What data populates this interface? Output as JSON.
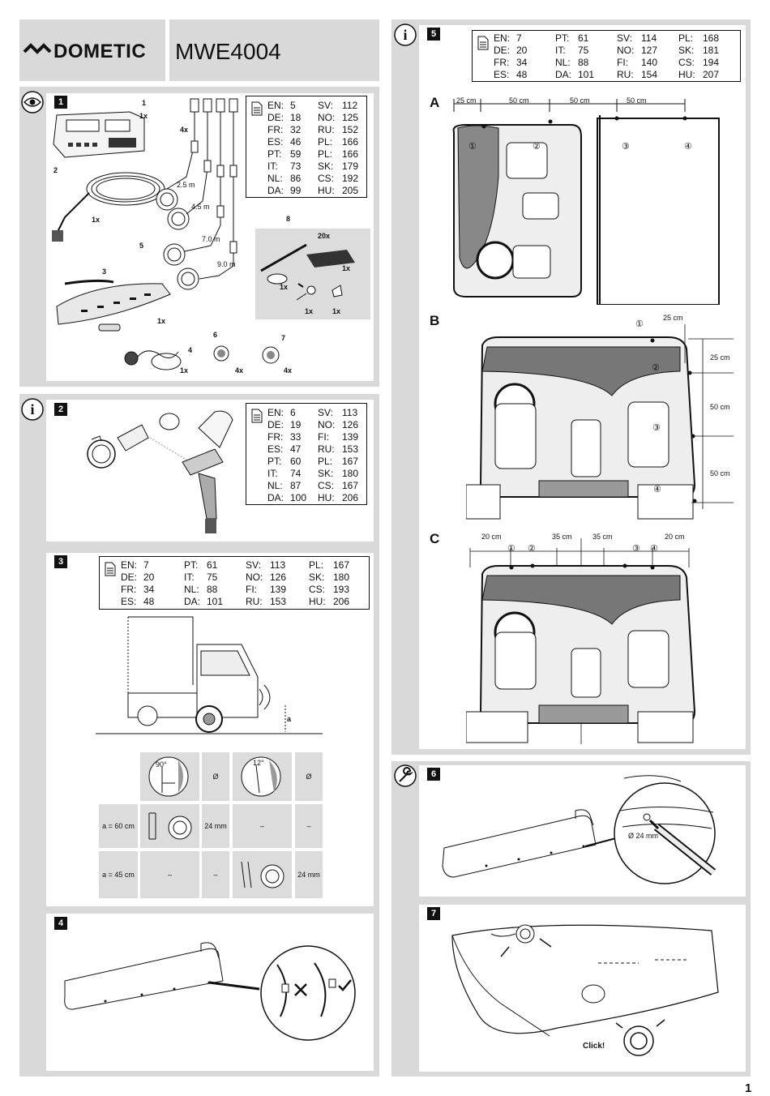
{
  "header": {
    "brand": "DOMETIC",
    "model": "MWE4004"
  },
  "page_number": "1",
  "section1": {
    "number": "1",
    "lang": [
      [
        "EN:",
        "5"
      ],
      [
        "SV:",
        "112"
      ],
      [
        "DE:",
        "18"
      ],
      [
        "NO:",
        "125"
      ],
      [
        "FR:",
        "32"
      ],
      [
        "RU:",
        "152"
      ],
      [
        "ES:",
        "46"
      ],
      [
        "PL:",
        "166"
      ],
      [
        "PT:",
        "59"
      ],
      [
        "PL:",
        "166"
      ],
      [
        "IT:",
        "73"
      ],
      [
        "SK:",
        "179"
      ],
      [
        "NL:",
        "86"
      ],
      [
        "CS:",
        "192"
      ],
      [
        "DA:",
        "99"
      ],
      [
        "HU:",
        "205"
      ]
    ],
    "labels": {
      "p1": "1",
      "p1q": "1x",
      "p2": "2",
      "p2q": "1x",
      "p3": "3",
      "p3q": "1x",
      "p4": "4",
      "p4q": "1x",
      "p5": "5",
      "p6": "6",
      "p6q": "4x",
      "p7": "7",
      "p7q": "4x",
      "p8": "8",
      "p8a": "20x",
      "p8b": "1x",
      "p8c": "1x",
      "p8d": "1x",
      "p8e": "1x",
      "x4": "4x",
      "len1": "2.5 m",
      "len2": "4.5 m",
      "len3": "7.0 m",
      "len4": "9.0 m"
    }
  },
  "section2": {
    "number": "2",
    "lang": [
      [
        "EN:",
        "6"
      ],
      [
        "SV:",
        "113"
      ],
      [
        "DE:",
        "19"
      ],
      [
        "NO:",
        "126"
      ],
      [
        "FR:",
        "33"
      ],
      [
        "FI:",
        "139"
      ],
      [
        "ES:",
        "47"
      ],
      [
        "RU:",
        "153"
      ],
      [
        "PT:",
        "60"
      ],
      [
        "PL:",
        "167"
      ],
      [
        "IT:",
        "74"
      ],
      [
        "SK:",
        "180"
      ],
      [
        "NL:",
        "87"
      ],
      [
        "CS:",
        "167"
      ],
      [
        "DA:",
        "100"
      ],
      [
        "HU:",
        "206"
      ]
    ]
  },
  "section3": {
    "number": "3",
    "lang": [
      [
        "EN:",
        "7"
      ],
      [
        "PT:",
        "61"
      ],
      [
        "SV:",
        "113"
      ],
      [
        "PL:",
        "167"
      ],
      [
        "DE:",
        "20"
      ],
      [
        "IT:",
        "75"
      ],
      [
        "NO:",
        "126"
      ],
      [
        "SK:",
        "180"
      ],
      [
        "FR:",
        "34"
      ],
      [
        "NL:",
        "88"
      ],
      [
        "FI:",
        "139"
      ],
      [
        "CS:",
        "193"
      ],
      [
        "ES:",
        "48"
      ],
      [
        "DA:",
        "101"
      ],
      [
        "RU:",
        "153"
      ],
      [
        "HU:",
        "206"
      ]
    ],
    "a_label": "a",
    "angle1": "90°",
    "angle2": "12°",
    "dia": "Ø",
    "row1_label": "a = 60 cm",
    "row1_val": "24 mm",
    "row1_dash1": "–",
    "row1_dash2": "–",
    "row2_label": "a = 45 cm",
    "row2_dash1": "–",
    "row2_dash2": "–",
    "row2_val": "24 mm"
  },
  "section4": {
    "number": "4"
  },
  "section5": {
    "number": "5",
    "lang": [
      [
        "EN:",
        "7"
      ],
      [
        "PT:",
        "61"
      ],
      [
        "SV:",
        "114"
      ],
      [
        "PL:",
        "168"
      ],
      [
        "DE:",
        "20"
      ],
      [
        "IT:",
        "75"
      ],
      [
        "NO:",
        "127"
      ],
      [
        "SK:",
        "181"
      ],
      [
        "FR:",
        "34"
      ],
      [
        "NL:",
        "88"
      ],
      [
        "FI:",
        "140"
      ],
      [
        "CS:",
        "194"
      ],
      [
        "ES:",
        "48"
      ],
      [
        "DA:",
        "101"
      ],
      [
        "RU:",
        "154"
      ],
      [
        "HU:",
        "207"
      ]
    ],
    "A": {
      "tag": "A",
      "d1": "25 cm",
      "d2": "50 cm",
      "d3": "50 cm",
      "d4": "50 cm"
    },
    "B": {
      "tag": "B",
      "d1": "25 cm",
      "d2": "25 cm",
      "d3": "50 cm",
      "d4": "50 cm"
    },
    "C": {
      "tag": "C",
      "d1": "20 cm",
      "d2": "35 cm",
      "d3": "35 cm",
      "d4": "20 cm"
    },
    "markers": [
      "①",
      "②",
      "③",
      "④"
    ]
  },
  "section6": {
    "number": "6",
    "dia_label": "Ø 24 mm"
  },
  "section7": {
    "number": "7",
    "click": "Click!"
  },
  "colors": {
    "panel": "#d9d9d9",
    "ink": "#111111",
    "tab": "#111111"
  }
}
